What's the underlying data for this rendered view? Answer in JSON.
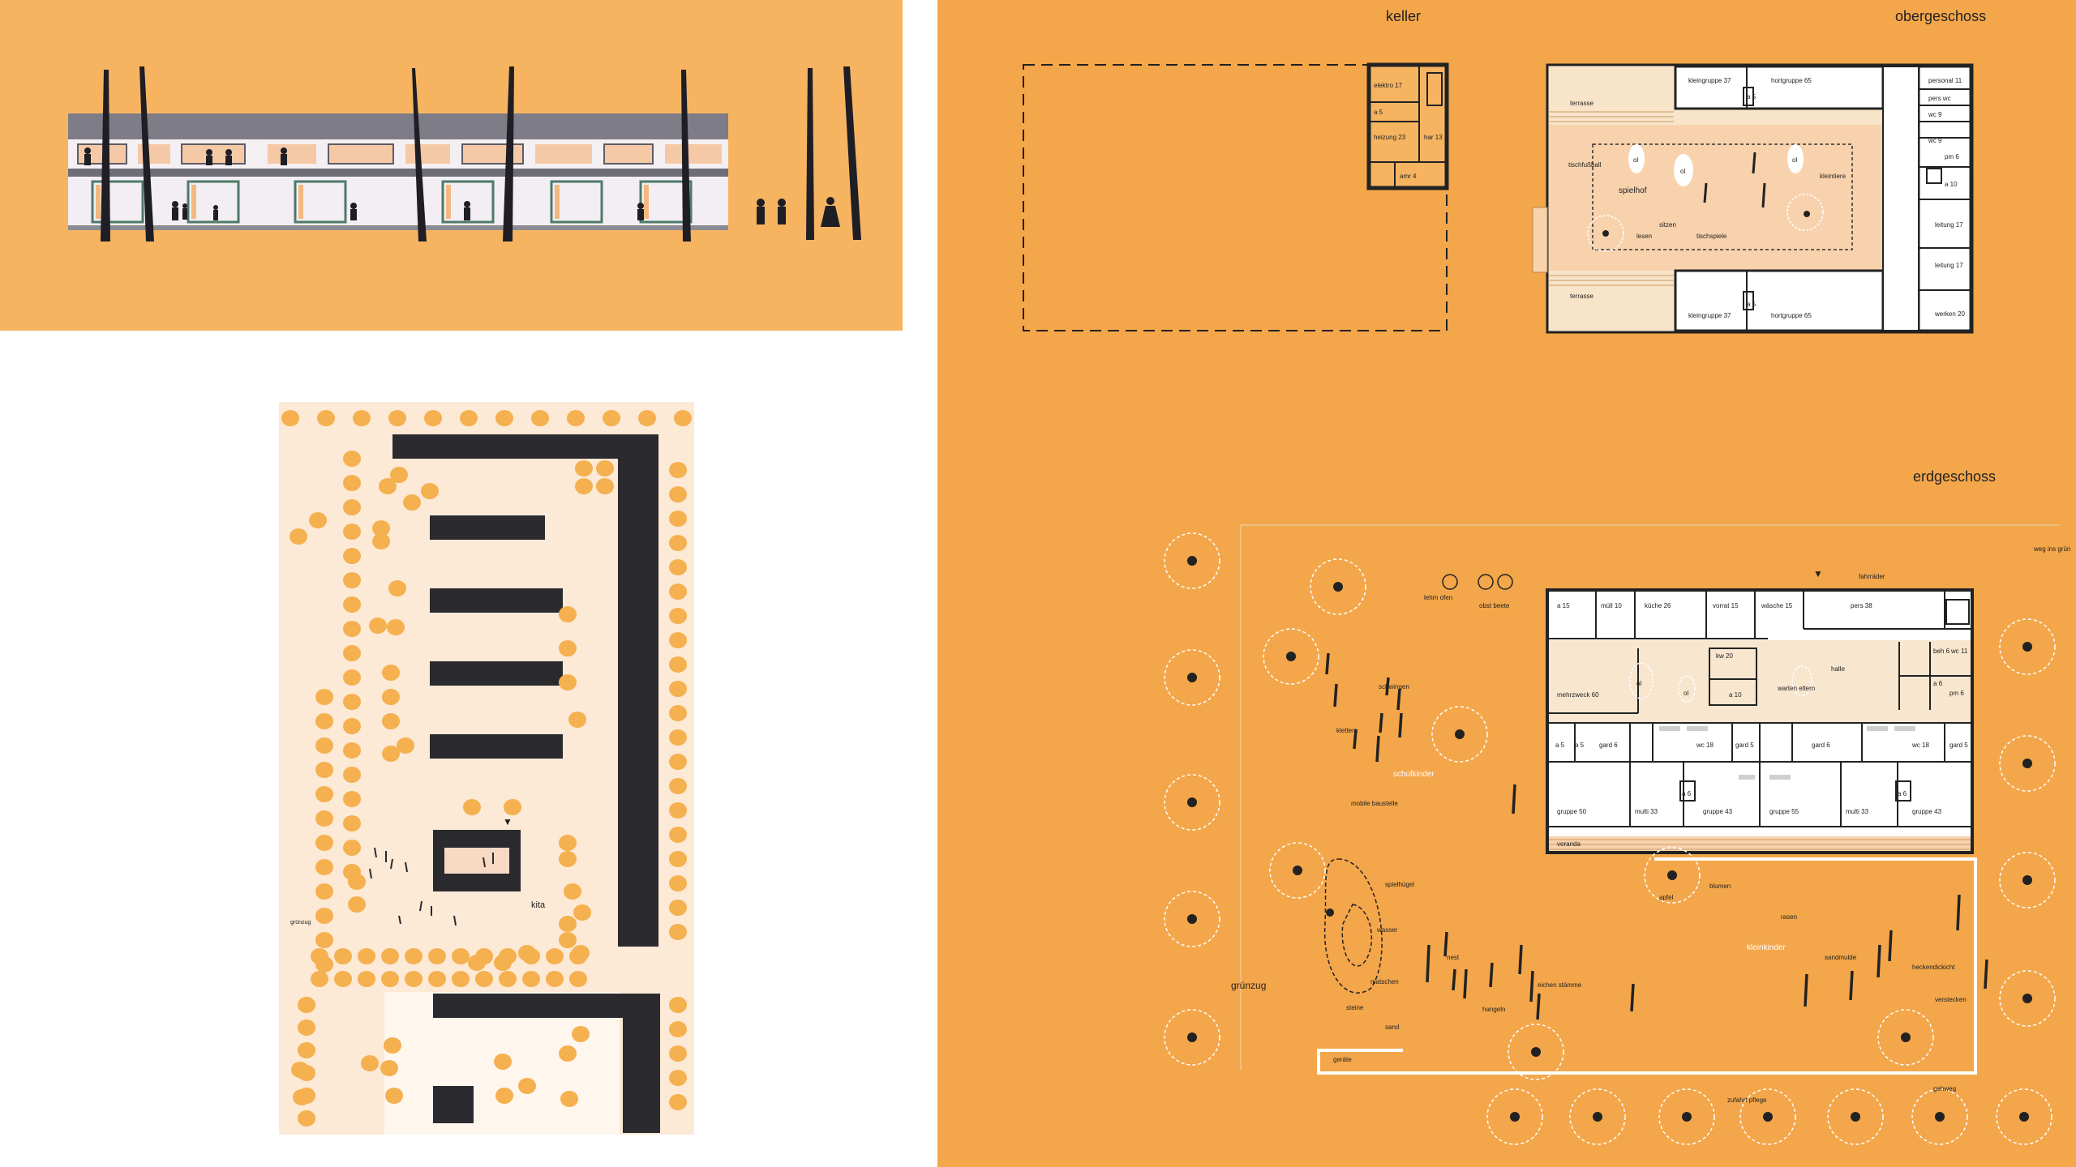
{
  "panels": {
    "keller": {
      "title": "keller"
    },
    "obergeschoss": {
      "title": "obergeschoss"
    },
    "erdgeschoss": {
      "title": "erdgeschoss"
    }
  },
  "keller_rooms": [
    {
      "id": "k1",
      "label": "elektro 17"
    },
    {
      "id": "k2",
      "label": "a 5"
    },
    {
      "id": "k3",
      "label": "heizung 23"
    },
    {
      "id": "k4",
      "label": "har 13"
    },
    {
      "id": "k5",
      "label": "amr 4"
    }
  ],
  "og_rooms": [
    {
      "id": "o1",
      "label": "terrasse"
    },
    {
      "id": "o2",
      "label": "kleingruppe 37"
    },
    {
      "id": "o3",
      "label": "a 5"
    },
    {
      "id": "o4",
      "label": "hortgruppe 65"
    },
    {
      "id": "o5",
      "label": "personal 11"
    },
    {
      "id": "o6",
      "label": "pers wc"
    },
    {
      "id": "o7",
      "label": "wc 9"
    },
    {
      "id": "o8",
      "label": "wc 9"
    },
    {
      "id": "o9",
      "label": "pm 6"
    },
    {
      "id": "o10",
      "label": "a 10"
    },
    {
      "id": "o11",
      "label": "tischfußball"
    },
    {
      "id": "o12",
      "label": "spielhof"
    },
    {
      "id": "o13",
      "label": "kleintiere"
    },
    {
      "id": "o14",
      "label": "sitzen"
    },
    {
      "id": "o15",
      "label": "lesen"
    },
    {
      "id": "o16",
      "label": "tischspiele"
    },
    {
      "id": "o17",
      "label": "leitung 17"
    },
    {
      "id": "o18",
      "label": "leitung 17"
    },
    {
      "id": "o19",
      "label": "werken 20"
    },
    {
      "id": "o20",
      "label": "terrasse"
    },
    {
      "id": "o21",
      "label": "kleingruppe 37"
    },
    {
      "id": "o22",
      "label": "a 5"
    },
    {
      "id": "o23",
      "label": "hortgruppe 65"
    },
    {
      "id": "o24",
      "label": "ol"
    },
    {
      "id": "o25",
      "label": "ol"
    },
    {
      "id": "o26",
      "label": "ol"
    }
  ],
  "eg_rooms": [
    {
      "id": "e1",
      "label": "a 15"
    },
    {
      "id": "e2",
      "label": "müll 10"
    },
    {
      "id": "e3",
      "label": "küche 26"
    },
    {
      "id": "e4",
      "label": "vorrat 15"
    },
    {
      "id": "e5",
      "label": "wäsche 15"
    },
    {
      "id": "e6",
      "label": "pers 38"
    },
    {
      "id": "e7",
      "label": "kw 20"
    },
    {
      "id": "e8",
      "label": "a 10"
    },
    {
      "id": "e9",
      "label": "mehrzweck 60"
    },
    {
      "id": "e10",
      "label": "warten eltern"
    },
    {
      "id": "e11",
      "label": "halle"
    },
    {
      "id": "e12",
      "label": "beh 6"
    },
    {
      "id": "e13",
      "label": "wc 11"
    },
    {
      "id": "e14",
      "label": "a 6"
    },
    {
      "id": "e15",
      "label": "pm 6"
    },
    {
      "id": "e16",
      "label": "a 5"
    },
    {
      "id": "e17",
      "label": "a 5"
    },
    {
      "id": "e18",
      "label": "gard 6"
    },
    {
      "id": "e19",
      "label": "wc 18"
    },
    {
      "id": "e20",
      "label": "gard 5"
    },
    {
      "id": "e21",
      "label": "gard 6"
    },
    {
      "id": "e22",
      "label": "wc 18"
    },
    {
      "id": "e23",
      "label": "gard 5"
    },
    {
      "id": "e24",
      "label": "gruppe 50"
    },
    {
      "id": "e25",
      "label": "multi 33"
    },
    {
      "id": "e26",
      "label": "a 6"
    },
    {
      "id": "e27",
      "label": "gruppe 43"
    },
    {
      "id": "e28",
      "label": "gruppe 55"
    },
    {
      "id": "e29",
      "label": "multi 33"
    },
    {
      "id": "e30",
      "label": "a 6"
    },
    {
      "id": "e31",
      "label": "gruppe 43"
    },
    {
      "id": "e32",
      "label": "veranda"
    },
    {
      "id": "e33",
      "label": "ol"
    },
    {
      "id": "e34",
      "label": "ol"
    }
  ],
  "outdoor_labels": [
    {
      "id": "g1",
      "label": "fahrräder"
    },
    {
      "id": "g2",
      "label": "lehm ofen"
    },
    {
      "id": "g3",
      "label": "obst beete"
    },
    {
      "id": "g4",
      "label": "weg ins grün"
    },
    {
      "id": "g5",
      "label": "schwingen"
    },
    {
      "id": "g6",
      "label": "klettern"
    },
    {
      "id": "g7",
      "label": "schulkinder"
    },
    {
      "id": "g8",
      "label": "mobile baustelle"
    },
    {
      "id": "g9",
      "label": "spielhügel"
    },
    {
      "id": "g10",
      "label": "wasser"
    },
    {
      "id": "g11",
      "label": "nest"
    },
    {
      "id": "g12",
      "label": "matschen"
    },
    {
      "id": "g13",
      "label": "steine"
    },
    {
      "id": "g14",
      "label": "sand"
    },
    {
      "id": "g15",
      "label": "hangeln"
    },
    {
      "id": "g16",
      "label": "eichen stämme"
    },
    {
      "id": "g17",
      "label": "apfel"
    },
    {
      "id": "g18",
      "label": "blumen"
    },
    {
      "id": "g19",
      "label": "rasen"
    },
    {
      "id": "g20",
      "label": "kleinkinder"
    },
    {
      "id": "g21",
      "label": "sandmulde"
    },
    {
      "id": "g22",
      "label": "heckendickicht"
    },
    {
      "id": "g23",
      "label": "verstecken"
    },
    {
      "id": "g24",
      "label": "grünzug"
    },
    {
      "id": "g25",
      "label": "geräte"
    },
    {
      "id": "g26",
      "label": "zufahrt pflege"
    },
    {
      "id": "g27",
      "label": "gehweg"
    }
  ],
  "site_labels": [
    {
      "id": "s1",
      "label": "kita"
    },
    {
      "id": "s2",
      "label": "grünzug"
    }
  ],
  "colors": {
    "orange": "#F6B461",
    "orange_dark": "#F4A64A",
    "dot_orange": "#F5B04F",
    "dark": "#2B2B2F",
    "pale": "#FCE9D6",
    "white": "#FFFFFF"
  }
}
